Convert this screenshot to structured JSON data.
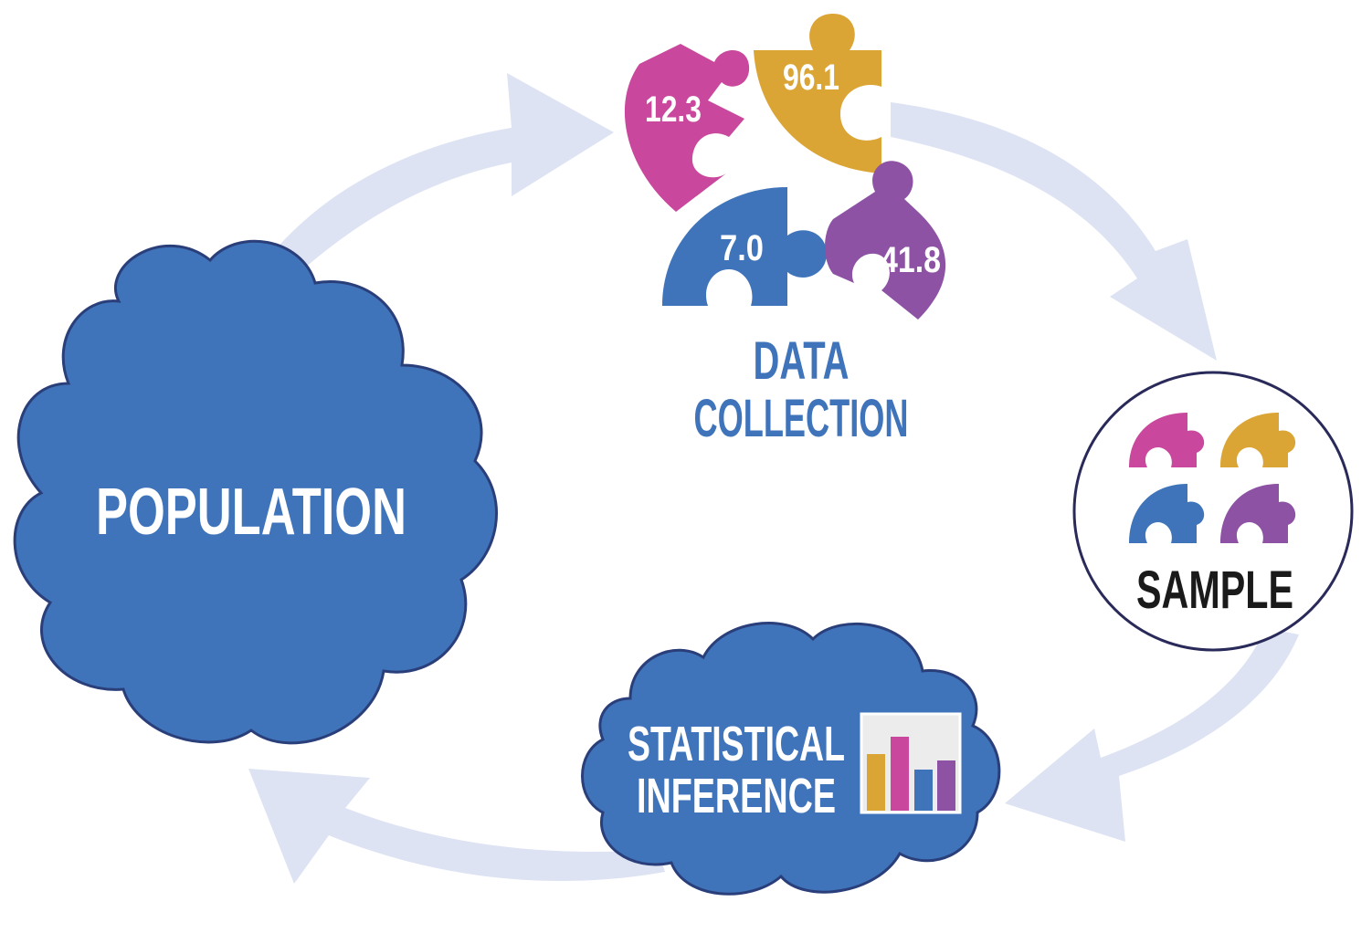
{
  "colors": {
    "arrow": "#dde3f3",
    "cloud_fill": "#3f74bb",
    "cloud_stroke": "#2a3f7a",
    "white": "#ffffff",
    "title_blue": "#3f74bb",
    "sample_text": "#1a1a1a",
    "sample_ring": "#2a2a5a",
    "magenta": "#c9479c",
    "gold": "#dba535",
    "blue": "#3f74bb",
    "purple": "#8d52a4"
  },
  "population": {
    "label": "POPULATION"
  },
  "data_collection": {
    "title_line1": "DATA",
    "title_line2": "COLLECTION",
    "pieces": [
      {
        "value": "12.3",
        "color": "magenta"
      },
      {
        "value": "96.1",
        "color": "gold"
      },
      {
        "value": "7.0",
        "color": "blue"
      },
      {
        "value": "41.8",
        "color": "purple"
      }
    ]
  },
  "sample": {
    "label": "SAMPLE"
  },
  "inference": {
    "line1": "STATISTICAL",
    "line2": "INFERENCE",
    "chart_icon": "bar-chart-icon"
  },
  "icons": [
    "puzzle-piece-icon",
    "bar-chart-icon",
    "cycle-arrow-icon"
  ]
}
